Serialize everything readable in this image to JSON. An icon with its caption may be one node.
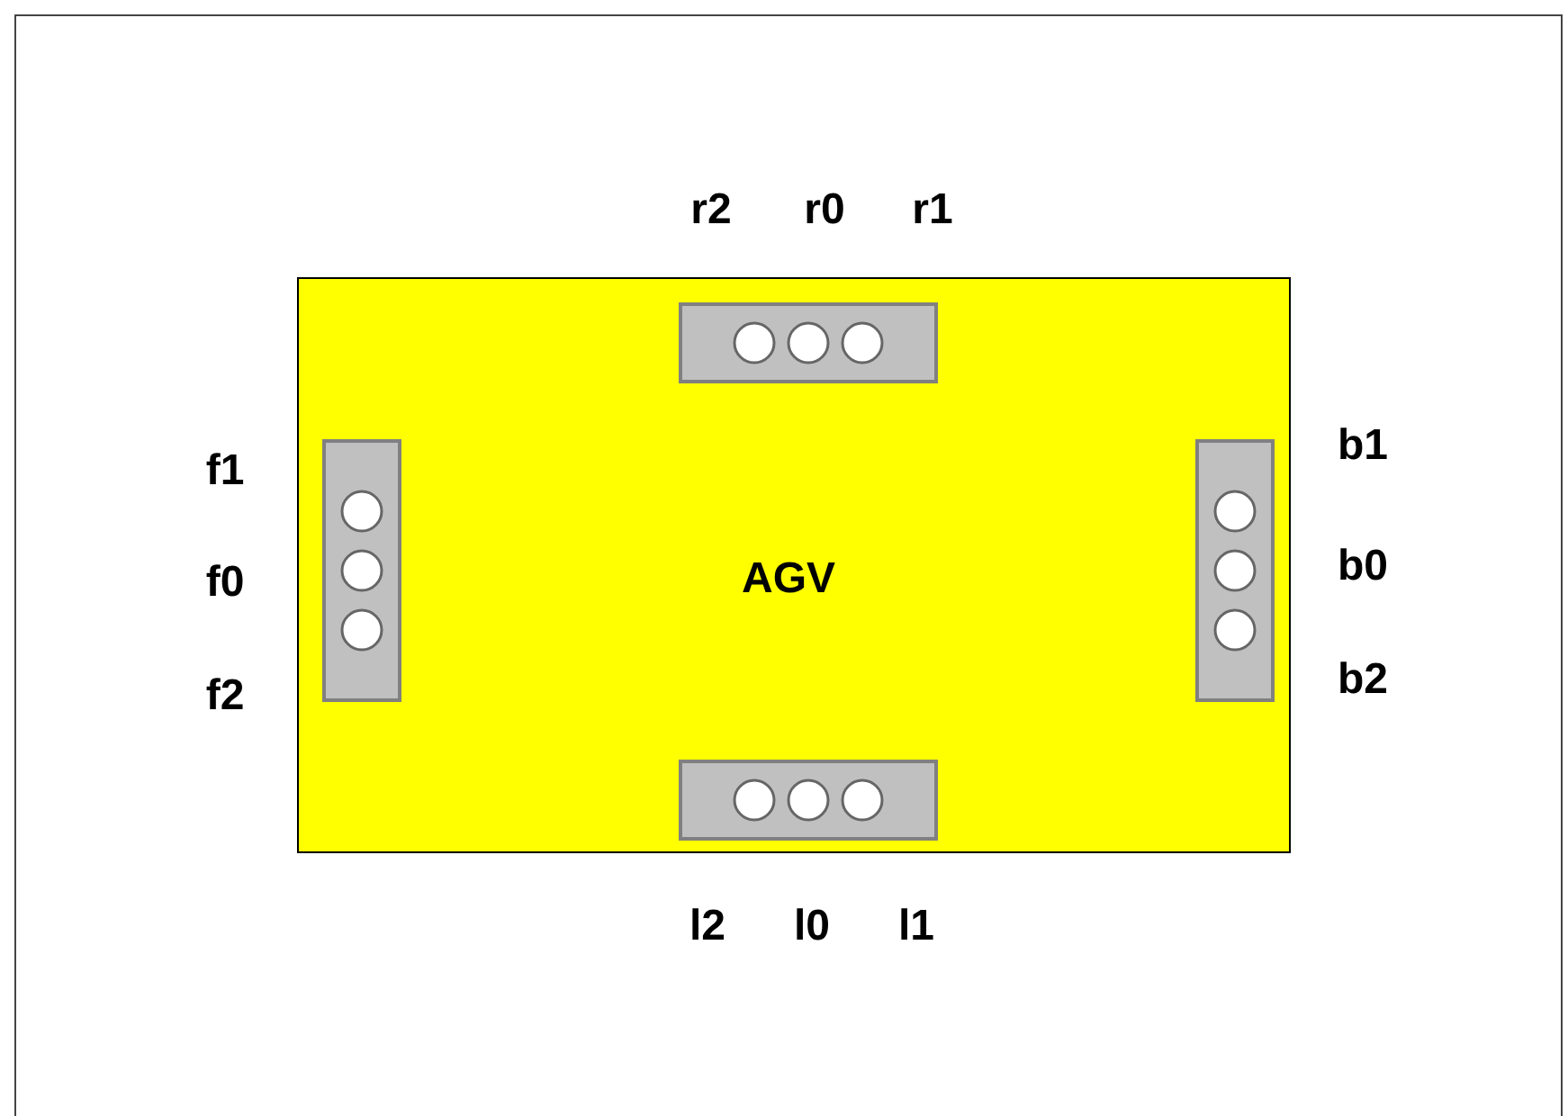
{
  "diagram": {
    "nodes": [
      {
        "text": [
          "AGV"
        ]
      }
    ],
    "labels": [
      "r2",
      "r0",
      "r1",
      "f1",
      "b1",
      "f0",
      "b0",
      "f2",
      "b2",
      "l2",
      "l0",
      "l1"
    ]
  }
}
